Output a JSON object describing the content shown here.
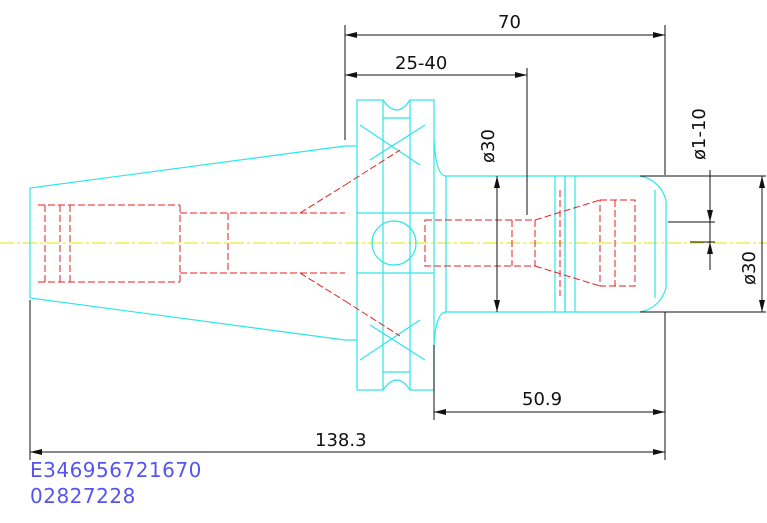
{
  "dimensions": {
    "overall_length": "70",
    "range": "25-40",
    "bore_diameter": "ø30",
    "clamp_range": "ø1-10",
    "nose_diameter": "ø30",
    "flange_to_nose": "50.9",
    "total_length": "138.3"
  },
  "part_code_line1": "E346956721670",
  "part_code_line2": "02827228",
  "colors": {
    "outline": "#2ee6e6",
    "hidden_lines": "#e02020",
    "center_line": "#e6e600",
    "dimension": "#111111",
    "code_text": "#5555ee"
  }
}
